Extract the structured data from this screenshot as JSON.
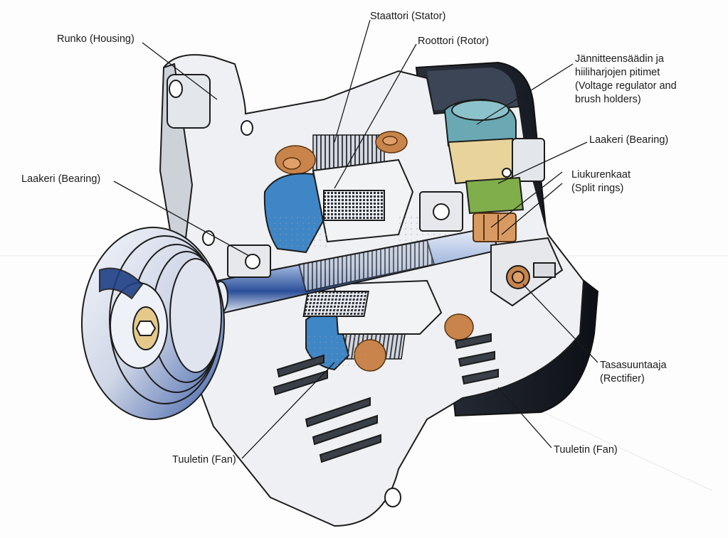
{
  "labels": {
    "stator": "Staattori (Stator)",
    "rotor": "Roottori (Rotor)",
    "housing": "Runko (Housing)",
    "regulator": [
      "Jännitteensäädin ja",
      "hiiliharjojen pitimet",
      "(Voltage regulator and",
      "brush holders)"
    ],
    "bearing_right": "Laakeri (Bearing)",
    "bearing_left": "Laakeri (Bearing)",
    "split_rings": [
      "Liukurenkaat",
      "(Split rings)"
    ],
    "rectifier": [
      "Tasasuuntaaja",
      "(Rectifier)"
    ],
    "fan_left": "Tuuletin (Fan)",
    "fan_right": "Tuuletin (Fan)"
  },
  "colors": {
    "outline": "#1c1c1c",
    "body_white": "#f2f3f5",
    "body_shade": "#c9ccd3",
    "steel_blue": "#3f6fb7",
    "copper": "#c8844a",
    "teal": "#6aa9b4",
    "green": "#7fae4a",
    "yellow": "#e8d39a",
    "dark": "#141820"
  }
}
